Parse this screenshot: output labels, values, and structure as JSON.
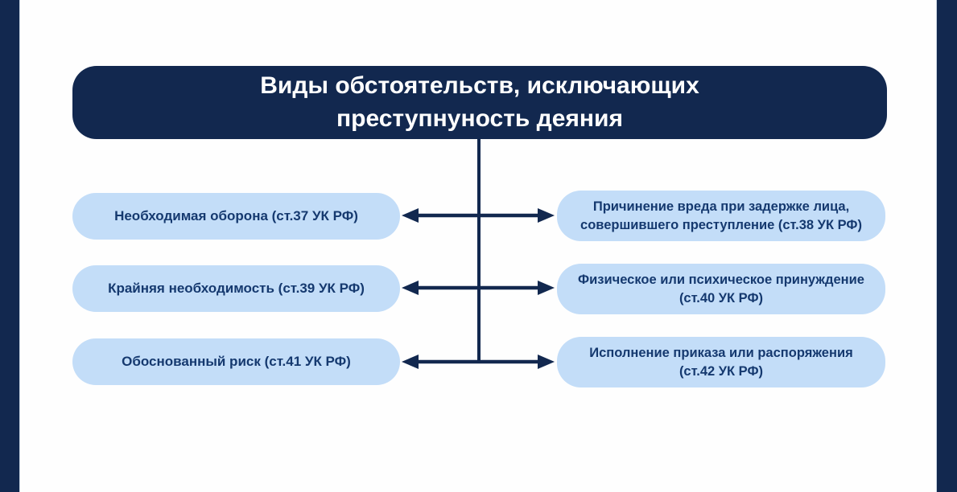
{
  "diagram": {
    "colors": {
      "navy": "#12284f",
      "light_blue": "#c3ddf8",
      "box_text": "#15396f",
      "title_text": "#ffffff"
    },
    "title_lines": [
      "Виды обстоятельств, исключающих",
      "преступнуность деяния"
    ],
    "rows": [
      {
        "left": "Необходимая оборона (ст.37 УК РФ)",
        "right": "Причинение вреда при задержке лица, совершившего преступление (ст.38 УК РФ)"
      },
      {
        "left": "Крайняя необходимость (ст.39 УК РФ)",
        "right": "Физическое или психическое принуждение (ст.40 УК РФ)"
      },
      {
        "left": "Обоснованный риск (ст.41 УК РФ)",
        "right": "Исполнение приказа или распоряжения (ст.42 УК РФ)"
      }
    ]
  }
}
